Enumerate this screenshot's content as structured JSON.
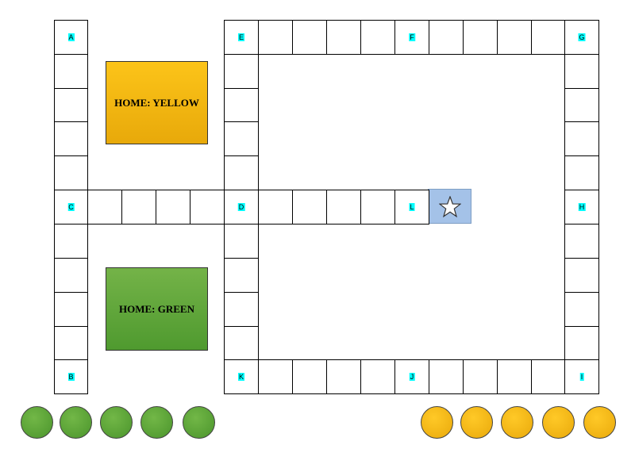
{
  "board": {
    "cells": [
      {
        "col": 0,
        "row": 0,
        "label": "A"
      },
      {
        "col": 0,
        "row": 1,
        "label": ""
      },
      {
        "col": 0,
        "row": 2,
        "label": ""
      },
      {
        "col": 0,
        "row": 3,
        "label": ""
      },
      {
        "col": 0,
        "row": 4,
        "label": ""
      },
      {
        "col": 0,
        "row": 5,
        "label": "C"
      },
      {
        "col": 0,
        "row": 6,
        "label": ""
      },
      {
        "col": 0,
        "row": 7,
        "label": ""
      },
      {
        "col": 0,
        "row": 8,
        "label": ""
      },
      {
        "col": 0,
        "row": 9,
        "label": ""
      },
      {
        "col": 0,
        "row": 10,
        "label": "B"
      },
      {
        "col": 1,
        "row": 5,
        "label": ""
      },
      {
        "col": 2,
        "row": 5,
        "label": ""
      },
      {
        "col": 3,
        "row": 5,
        "label": ""
      },
      {
        "col": 4,
        "row": 5,
        "label": ""
      },
      {
        "col": 5,
        "row": 0,
        "label": "E"
      },
      {
        "col": 5,
        "row": 1,
        "label": ""
      },
      {
        "col": 5,
        "row": 2,
        "label": ""
      },
      {
        "col": 5,
        "row": 3,
        "label": ""
      },
      {
        "col": 5,
        "row": 4,
        "label": ""
      },
      {
        "col": 5,
        "row": 5,
        "label": "D"
      },
      {
        "col": 5,
        "row": 6,
        "label": ""
      },
      {
        "col": 5,
        "row": 7,
        "label": ""
      },
      {
        "col": 5,
        "row": 8,
        "label": ""
      },
      {
        "col": 5,
        "row": 9,
        "label": ""
      },
      {
        "col": 5,
        "row": 10,
        "label": "K"
      },
      {
        "col": 6,
        "row": 0,
        "label": ""
      },
      {
        "col": 7,
        "row": 0,
        "label": ""
      },
      {
        "col": 8,
        "row": 0,
        "label": ""
      },
      {
        "col": 9,
        "row": 0,
        "label": ""
      },
      {
        "col": 10,
        "row": 0,
        "label": "F"
      },
      {
        "col": 11,
        "row": 0,
        "label": ""
      },
      {
        "col": 12,
        "row": 0,
        "label": ""
      },
      {
        "col": 13,
        "row": 0,
        "label": ""
      },
      {
        "col": 14,
        "row": 0,
        "label": ""
      },
      {
        "col": 15,
        "row": 0,
        "label": "G"
      },
      {
        "col": 6,
        "row": 5,
        "label": ""
      },
      {
        "col": 7,
        "row": 5,
        "label": ""
      },
      {
        "col": 8,
        "row": 5,
        "label": ""
      },
      {
        "col": 9,
        "row": 5,
        "label": ""
      },
      {
        "col": 10,
        "row": 5,
        "label": "L"
      },
      {
        "col": 15,
        "row": 1,
        "label": ""
      },
      {
        "col": 15,
        "row": 2,
        "label": ""
      },
      {
        "col": 15,
        "row": 3,
        "label": ""
      },
      {
        "col": 15,
        "row": 4,
        "label": ""
      },
      {
        "col": 15,
        "row": 5,
        "label": "H"
      },
      {
        "col": 15,
        "row": 6,
        "label": ""
      },
      {
        "col": 15,
        "row": 7,
        "label": ""
      },
      {
        "col": 15,
        "row": 8,
        "label": ""
      },
      {
        "col": 15,
        "row": 9,
        "label": ""
      },
      {
        "col": 15,
        "row": 10,
        "label": "I"
      },
      {
        "col": 6,
        "row": 10,
        "label": ""
      },
      {
        "col": 7,
        "row": 10,
        "label": ""
      },
      {
        "col": 8,
        "row": 10,
        "label": ""
      },
      {
        "col": 9,
        "row": 10,
        "label": ""
      },
      {
        "col": 10,
        "row": 10,
        "label": "J"
      },
      {
        "col": 11,
        "row": 10,
        "label": ""
      },
      {
        "col": 12,
        "row": 10,
        "label": ""
      },
      {
        "col": 13,
        "row": 10,
        "label": ""
      },
      {
        "col": 14,
        "row": 10,
        "label": ""
      }
    ],
    "star_cell": {
      "col": 11,
      "row": 5,
      "icon": "star-icon",
      "color": "#a4c2e8"
    }
  },
  "homes": {
    "yellow": {
      "label": "HOME: YELLOW",
      "color": "#f9bf14"
    },
    "green": {
      "label": "HOME: GREEN",
      "color": "#5ea43a"
    }
  },
  "label_highlight_color": "#00ffff",
  "tokens": {
    "green": {
      "count": 5,
      "color": "#5ea43a"
    },
    "yellow": {
      "count": 5,
      "color": "#f9bf14"
    }
  }
}
